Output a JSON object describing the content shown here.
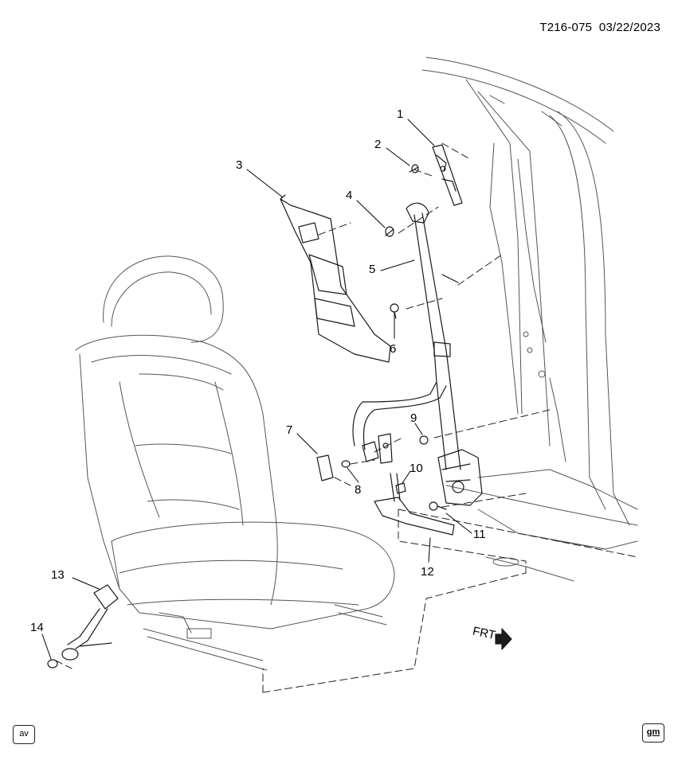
{
  "header": {
    "code": "T216-075",
    "date": "03/22/2023"
  },
  "callouts": [
    "1",
    "2",
    "3",
    "4",
    "5",
    "6",
    "7",
    "8",
    "9",
    "10",
    "11",
    "12",
    "13",
    "14"
  ],
  "direction_label": "FRT",
  "footer": {
    "left_badge": "av",
    "right_badge": "gm"
  }
}
